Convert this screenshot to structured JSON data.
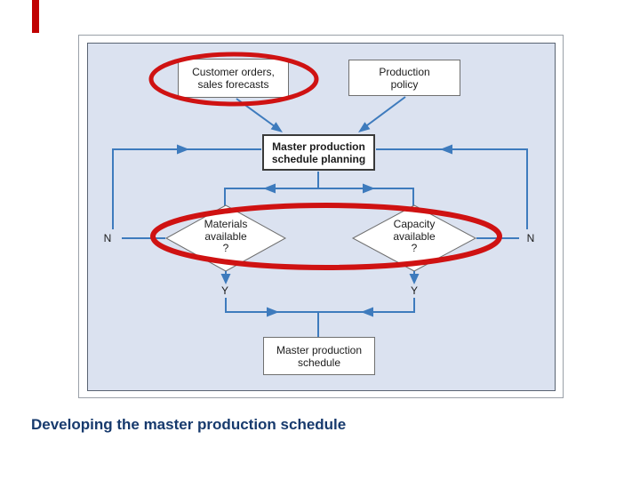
{
  "colors": {
    "accent_red": "#c00000",
    "panel_fill": "#dbe2f0",
    "panel_border": "#5a6472",
    "panel_outer_border": "#9aa0a8",
    "box_border": "#6f6f6f",
    "box_border_dark": "#3a3a3a",
    "arrow_blue": "#3e7bbd",
    "highlight_red": "#cf1212",
    "text_dark": "#1c1c1c",
    "caption_blue": "#173a6d"
  },
  "caption": {
    "text": "Developing the master production schedule"
  },
  "flowchart": {
    "boxes": {
      "customer_orders": {
        "label": "Customer orders,\nsales forecasts"
      },
      "production_policy": {
        "label": "Production\npolicy"
      },
      "mps_planning": {
        "label": "Master production\nschedule planning"
      },
      "mps": {
        "label": "Master production\nschedule"
      }
    },
    "decisions": {
      "materials": {
        "label": "Materials\navailable\n?"
      },
      "capacity": {
        "label": "Capacity\navailable\n?"
      }
    },
    "branch_labels": {
      "materials_no": "N",
      "capacity_no": "N",
      "materials_yes": "Y",
      "capacity_yes": "Y"
    }
  }
}
